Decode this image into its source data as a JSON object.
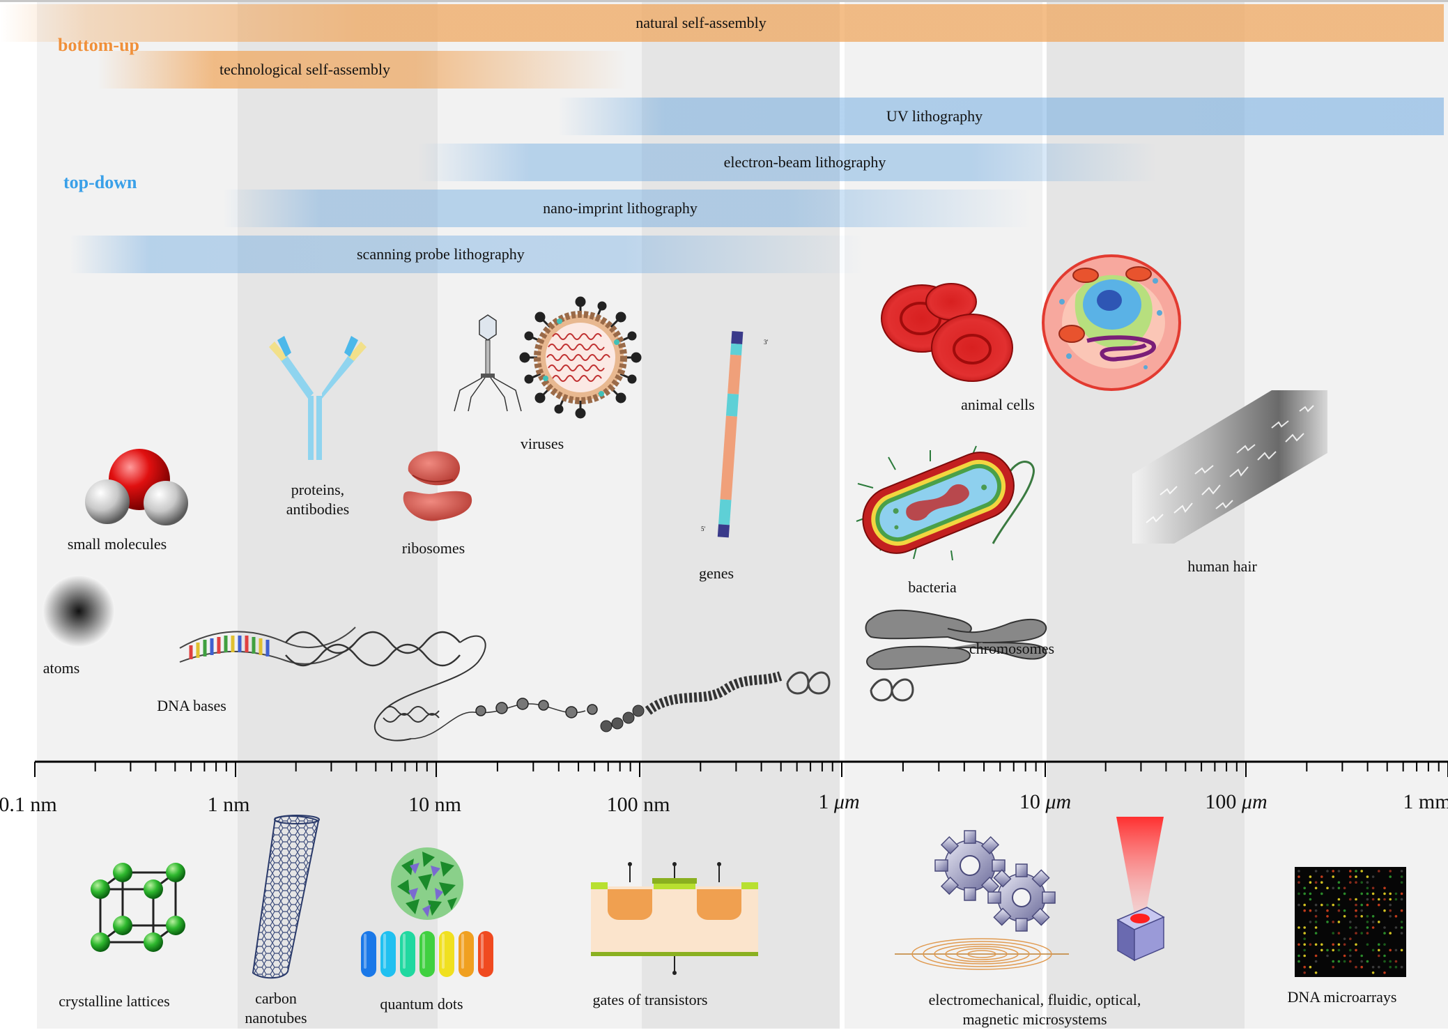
{
  "bottom_up_label": "bottom-up",
  "top_down_label": "top-down",
  "colors": {
    "bottom_up": "#f0a860",
    "top_down": "#5aa0d8",
    "band_light": "#f2f2f2",
    "band_dark": "#e4e4e4"
  },
  "techniques": {
    "natural": "natural self-assembly",
    "technological": "technological self-assembly",
    "uv": "UV lithography",
    "ebeam": "electron-beam lithography",
    "nanoimprint": "nano-imprint lithography",
    "spl": "scanning probe lithography"
  },
  "scale": {
    "t0": "0.1 nm",
    "t1": "1 nm",
    "t2": "10 nm",
    "t3": "100 nm",
    "t4_num": "1",
    "t5_num": "10",
    "t6_num": "100",
    "t7_num": "1",
    "mu": "μm",
    "t7_unit": "mm"
  },
  "objects": {
    "atoms": "atoms",
    "small_molecules": "small molecules",
    "proteins_l1": "proteins,",
    "proteins_l2": "antibodies",
    "ribosomes": "ribosomes",
    "viruses": "viruses",
    "genes": "genes",
    "animal_cells": "animal cells",
    "bacteria": "bacteria",
    "human_hair": "human hair",
    "dna_bases": "DNA bases",
    "chromosomes": "chromosomes"
  },
  "devices": {
    "crystalline": "crystalline lattices",
    "nanotubes_l1": "carbon",
    "nanotubes_l2": "nanotubes",
    "quantum_dots": "quantum dots",
    "gates": "gates of transistors",
    "microsystems_l1": "electromechanical, fluidic, optical,",
    "microsystems_l2": "magnetic microsystems",
    "microarrays": "DNA microarrays"
  },
  "gene_labels": {
    "three_prime": "3'",
    "five_prime": "5'"
  }
}
